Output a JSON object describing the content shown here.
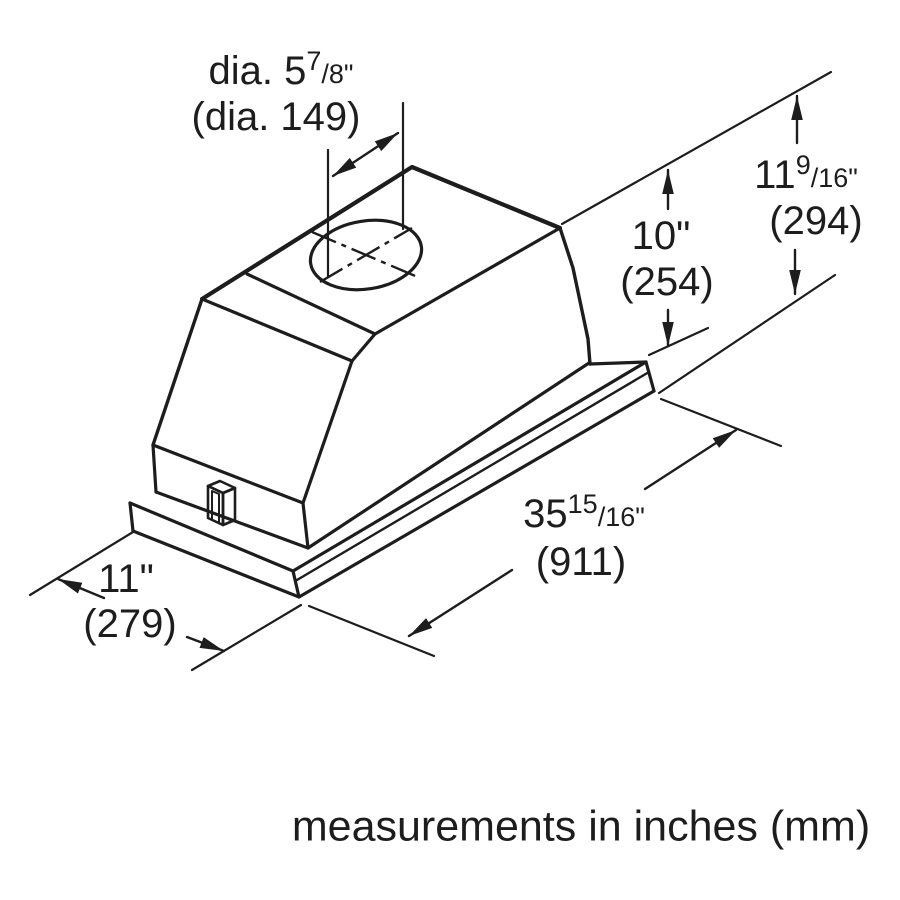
{
  "caption": "measurements in inches (mm)",
  "colors": {
    "ink": "#1d1d1d",
    "background": "#ffffff"
  },
  "dimensions": {
    "duct_diameter": {
      "inch_whole": "dia. 5",
      "inch_frac_num": "7",
      "inch_frac_den": "/8\"",
      "mm": "(dia. 149)"
    },
    "body_height": {
      "inch": "10\"",
      "mm": "(254)"
    },
    "total_height": {
      "inch_whole": "11",
      "inch_frac_num": "9",
      "inch_frac_den": "/16\"",
      "mm": "(294)"
    },
    "width": {
      "inch_whole": "35",
      "inch_frac_num": "15",
      "inch_frac_den": "/16\"",
      "mm": "(911)"
    },
    "depth": {
      "inch": "11\"",
      "mm": "(279)"
    }
  }
}
